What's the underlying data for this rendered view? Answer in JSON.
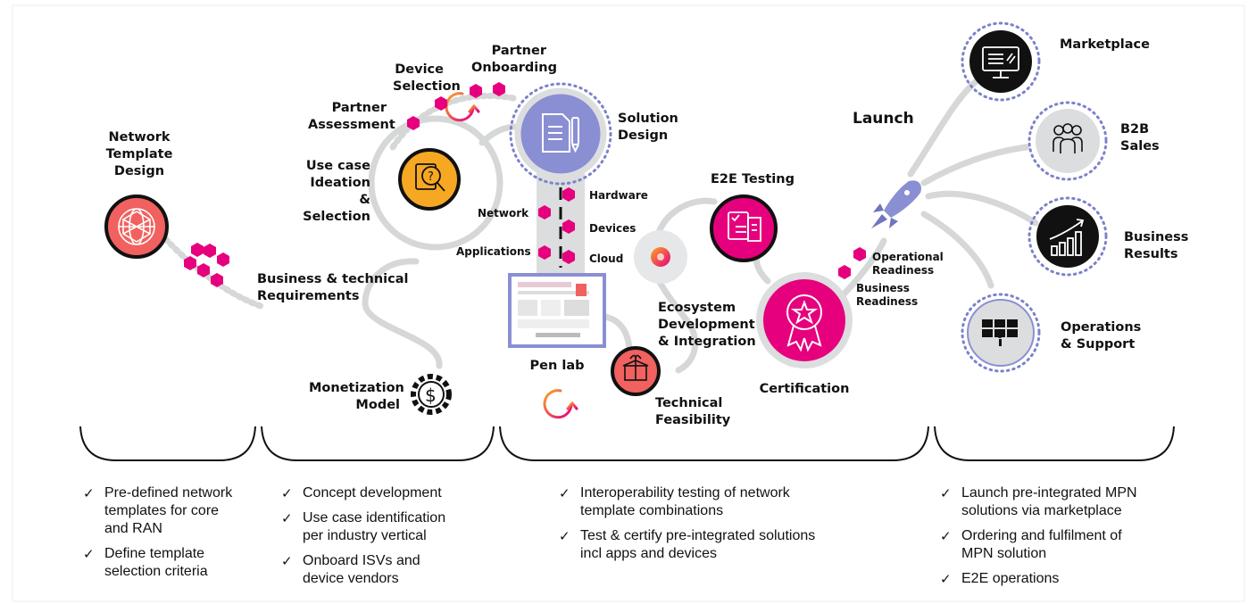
{
  "diagram": {
    "nodes": {
      "network_template_design": [
        "Network",
        "Template",
        "Design"
      ],
      "business_technical_requirements": [
        "Business & technical",
        "Requirements"
      ],
      "partner_assessment": [
        "Partner",
        "Assessment"
      ],
      "device_selection": [
        "Device",
        "Selection"
      ],
      "partner_onboarding": [
        "Partner",
        "Onboarding"
      ],
      "use_case": [
        "Use case",
        "Ideation &",
        "Selection"
      ],
      "monetization_model": [
        "Monetization",
        "Model"
      ],
      "solution_design": [
        "Solution",
        "Design"
      ],
      "network": "Network",
      "applications": "Applications",
      "hardware": "Hardware",
      "devices": "Devices",
      "cloud": "Cloud",
      "pen_lab": "Pen lab",
      "e2e_testing": "E2E Testing",
      "ecosystem": [
        "Ecosystem",
        "Development",
        "& Integration"
      ],
      "technical_feasibility": [
        "Technical",
        "Feasibility"
      ],
      "certification": "Certification",
      "operational_readiness": [
        "Operational",
        "Readiness"
      ],
      "business_readiness": [
        "Business",
        "Readiness"
      ],
      "launch": "Launch",
      "marketplace": "Marketplace",
      "b2b_sales": [
        "B2B",
        "Sales"
      ],
      "business_results": [
        "Business",
        "Results"
      ],
      "operations_support": [
        "Operations",
        "& Support"
      ]
    },
    "colors": {
      "magenta": "#E6007E",
      "coral": "#F0615F",
      "orange": "#F7A823",
      "periwinkle": "#8A8FD3",
      "dot_blue": "#7B82C9",
      "dark": "#111111",
      "light_gray": "#DCDDDE",
      "path_gray": "#D6D8D8"
    },
    "icons": [
      "network-globe-icon",
      "magnifier-question-icon",
      "document-pen-icon",
      "dollar-gear-icon",
      "refresh-icon",
      "checklist-icon",
      "award-star-icon",
      "gift-box-icon",
      "rocket-icon",
      "monitor-icon",
      "people-icon",
      "growth-chart-icon",
      "video-wall-icon",
      "target-icon",
      "pen-lab-thumbnail"
    ]
  },
  "columns": [
    {
      "items": [
        [
          "Pre-defined network",
          "templates for core",
          "and RAN"
        ],
        [
          "Define template",
          "selection criteria"
        ]
      ]
    },
    {
      "items": [
        [
          "Concept development"
        ],
        [
          "Use case identification",
          "per industry vertical"
        ],
        [
          "Onboard ISVs and",
          "device vendors"
        ]
      ]
    },
    {
      "items": [
        [
          "Interoperability testing of network",
          "template combinations"
        ],
        [
          "Test & certify pre-integrated solutions",
          "incl apps and devices"
        ]
      ]
    },
    {
      "items": [
        [
          "Launch pre-integrated MPN",
          "solutions via marketplace"
        ],
        [
          "Ordering and fulfilment of",
          "MPN solution"
        ],
        [
          "E2E operations"
        ]
      ]
    }
  ]
}
